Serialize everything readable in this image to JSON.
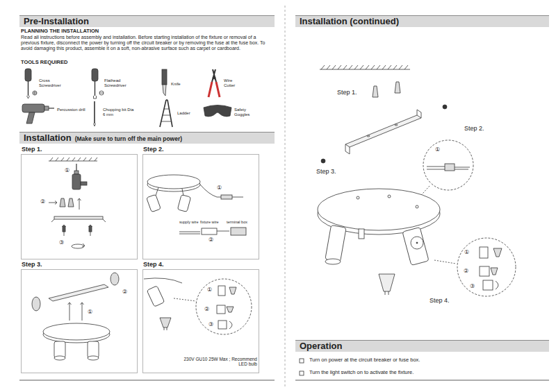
{
  "diagram": {
    "nodes": [
      {
        "text": [
          "Pre-Installation"
        ]
      },
      {
        "text": [
          "Installation",
          "(Make sure to turn off the main power)"
        ]
      },
      {
        "text": [
          "Step 1."
        ]
      },
      {
        "text": [
          "Step 2."
        ]
      },
      {
        "text": [
          "Step 3."
        ]
      },
      {
        "text": [
          "Step 4."
        ]
      },
      {
        "text": [
          "Installation (continued)"
        ]
      },
      {
        "text": [
          "Operation"
        ]
      }
    ],
    "labels": [
      "PLANNING THE INSTALLATION",
      "Read all instructions before assembly and installation. Before starting installation of the fixture or removal of a previous fixture, disconnect the power by turning off the circuit breaker or by removing the fuse at the fuse box. To avoid damaging this product, assemble it on a soft, non-abrasive surface such as carpet or cardboard.",
      "TOOLS REQUIRED",
      "Cross Screwdriver",
      "Flathead Screwdriver",
      "Knife",
      "Wire Cutter",
      "Percussion drill",
      "Chopping bit Dia 6 mm",
      "Ladder",
      "Safety Goggles",
      "①",
      "②",
      "③",
      "①",
      "②",
      "supply wire",
      "fixture wire",
      "terminal box",
      "①",
      "②",
      "①",
      "②",
      "③",
      "230V GU10 25W Max ; Recommend LED bulb",
      "Step 1.",
      "Step 2.",
      "Step 3.",
      "①",
      "Step 4.",
      "①",
      "②",
      "③",
      "Turn on power at the circuit breaker or fuse box.",
      "Turn the light switch on to activate the fixture."
    ]
  }
}
